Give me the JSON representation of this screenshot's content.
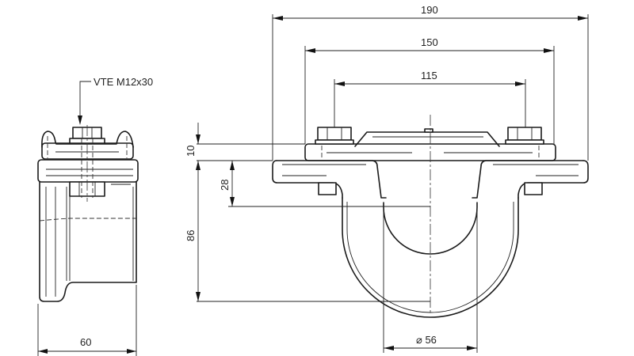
{
  "drawing": {
    "type": "technical-drawing",
    "views": [
      "side-view",
      "front-view"
    ],
    "line_color": "#1a1a1a",
    "background": "#ffffff"
  },
  "side_view": {
    "callout": "VTE M12x30",
    "width_dim": "60"
  },
  "front_view": {
    "dims": {
      "overall_width": "190",
      "hole_spacing_outer": "150",
      "hole_spacing_inner": "115",
      "clamp_thickness": "10",
      "base_to_center": "28",
      "total_height": "86",
      "bore_diameter": "⌀ 56"
    }
  }
}
